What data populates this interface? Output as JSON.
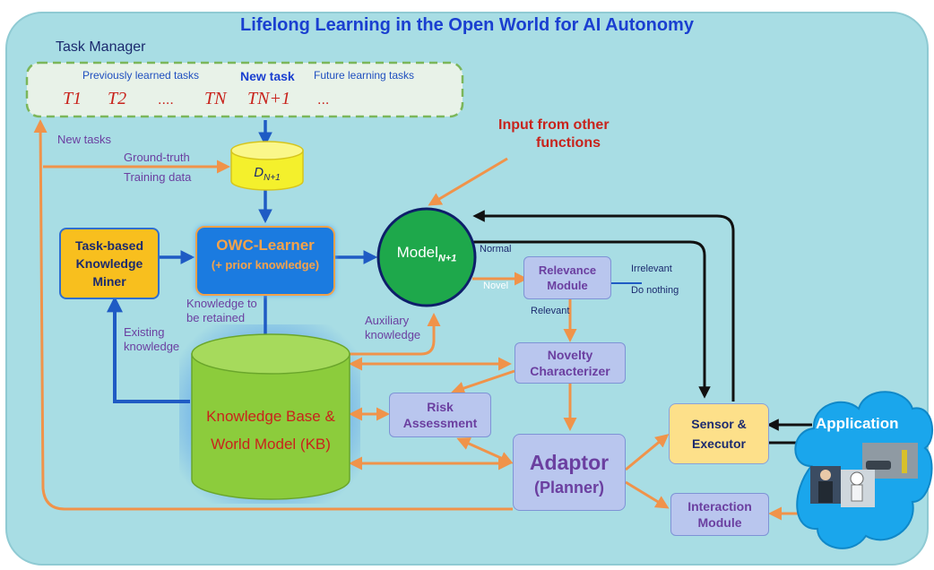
{
  "title": "Lifelong Learning in the Open World for AI Autonomy",
  "task_manager": {
    "label": "Task Manager",
    "previously_learned": "Previously learned tasks",
    "new_task": "New task",
    "future_tasks": "Future learning tasks",
    "tasks": [
      "T1",
      "T2",
      "....",
      "TN",
      "TN+1",
      "..."
    ]
  },
  "labels": {
    "new_tasks": "New tasks",
    "ground_truth": "Ground-truth",
    "training_data": "Training data",
    "dataset": "D",
    "dataset_sub": "N+1",
    "input_other_line1": "Input from other",
    "input_other_line2": "functions",
    "knowledge_retained_line1": "Knowledge to",
    "knowledge_retained_line2": "be retained",
    "existing_knowledge_line1": "Existing",
    "existing_knowledge_line2": "knowledge",
    "auxiliary_line1": "Auxiliary",
    "auxiliary_line2": "knowledge",
    "normal": "Normal",
    "novel": "Novel",
    "relevant": "Relevant",
    "irrelevant": "Irrelevant",
    "do_nothing": "Do nothing"
  },
  "boxes": {
    "miner": "Task-based Knowledge Miner",
    "learner_title": "OWC-Learner",
    "learner_sub": "(+ prior knowledge)",
    "model": "Model",
    "model_sub": "N+1",
    "relevance": "Relevance Module",
    "novelty": "Novelty Characterizer",
    "risk": "Risk Assessment",
    "adaptor_line1": "Adaptor",
    "adaptor_line2": "(Planner)",
    "sensor": "Sensor & Executor",
    "interaction": "Interaction Module",
    "kb_line1": "Knowledge Base &",
    "kb_line2": "World Model (KB)",
    "application": "Application"
  },
  "colors": {
    "background": "#a8dde4",
    "orange_arrow": "#f0934a",
    "blue_arrow": "#1f5bc4",
    "purple_text": "#6b3fa0",
    "title_blue": "#1a3fd0",
    "red_text": "#c8231c",
    "box_fill": "#b9c6ee",
    "learner_fill": "#1b7be0",
    "model_fill": "#1ea84b",
    "kb_fill": "#8ccc3c",
    "dataset_fill": "#f4f02c",
    "sensor_fill": "#fde08a",
    "miner_fill": "#f8bf1e"
  },
  "icons": [
    "person-image",
    "car-image",
    "robot-image",
    "cloud-shape"
  ]
}
